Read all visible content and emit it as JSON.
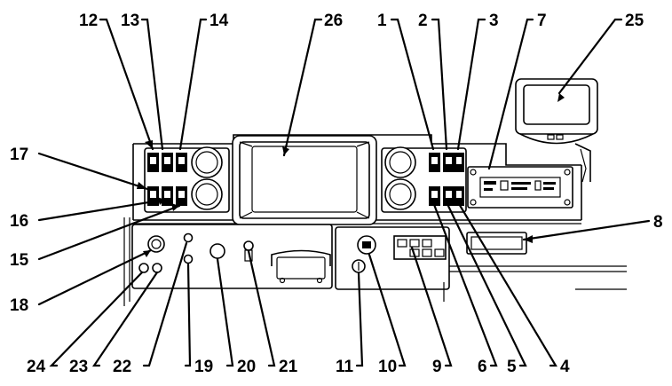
{
  "diagram": {
    "callouts": [
      {
        "id": "1",
        "label": "1",
        "part": "rocker-switch"
      },
      {
        "id": "2",
        "label": "2",
        "part": "rocker-switch"
      },
      {
        "id": "3",
        "label": "3",
        "part": "rocker-switch"
      },
      {
        "id": "4",
        "label": "4",
        "part": "rocker-switch"
      },
      {
        "id": "5",
        "label": "5",
        "part": "rocker-switch"
      },
      {
        "id": "6",
        "label": "6",
        "part": "rocker-switch"
      },
      {
        "id": "7",
        "label": "7",
        "part": "data-plate"
      },
      {
        "id": "8",
        "label": "8",
        "part": "panel-slot"
      },
      {
        "id": "9",
        "label": "9",
        "part": "fuse-block"
      },
      {
        "id": "10",
        "label": "10",
        "part": "rotary-switch"
      },
      {
        "id": "11",
        "label": "11",
        "part": "key-switch"
      },
      {
        "id": "12",
        "label": "12",
        "part": "rocker-switch"
      },
      {
        "id": "13",
        "label": "13",
        "part": "rocker-switch"
      },
      {
        "id": "14",
        "label": "14",
        "part": "rocker-switch"
      },
      {
        "id": "15",
        "label": "15",
        "part": "rocker-switch"
      },
      {
        "id": "16",
        "label": "16",
        "part": "rocker-switch"
      },
      {
        "id": "17",
        "label": "17",
        "part": "rocker-switch"
      },
      {
        "id": "18",
        "label": "18",
        "part": "knob"
      },
      {
        "id": "19",
        "label": "19",
        "part": "indicator-light"
      },
      {
        "id": "20",
        "label": "20",
        "part": "push-button"
      },
      {
        "id": "21",
        "label": "21",
        "part": "toggle-switch"
      },
      {
        "id": "22",
        "label": "22",
        "part": "indicator-light"
      },
      {
        "id": "23",
        "label": "23",
        "part": "indicator-light"
      },
      {
        "id": "24",
        "label": "24",
        "part": "indicator-light"
      },
      {
        "id": "25",
        "label": "25",
        "part": "auxiliary-display"
      },
      {
        "id": "26",
        "label": "26",
        "part": "main-display"
      }
    ]
  }
}
